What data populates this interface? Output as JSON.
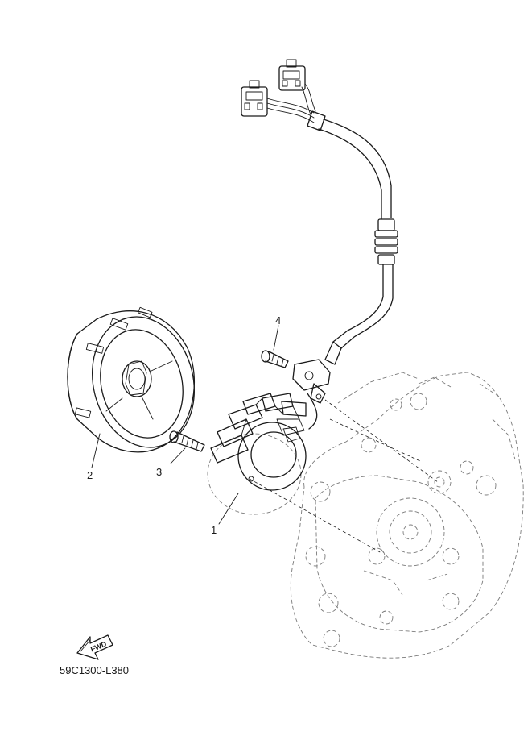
{
  "callouts": {
    "part1": "1",
    "part2": "2",
    "part3": "3",
    "part4": "4"
  },
  "direction_arrow": {
    "label": "FWD",
    "icon": "fwd-arrow-icon"
  },
  "diagram_code": "59C1300-L380"
}
